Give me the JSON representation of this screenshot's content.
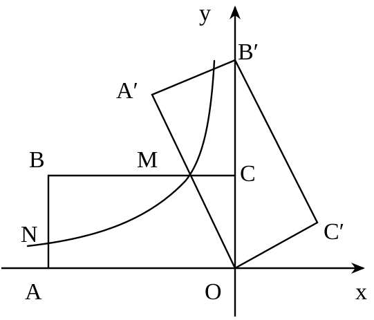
{
  "axes": {
    "x_label": "x",
    "y_label": "y"
  },
  "points": {
    "A": "A",
    "B": "B",
    "C": "C",
    "O": "O",
    "M": "M",
    "N": "N",
    "A_prime": "A′",
    "B_prime": "B′",
    "C_prime": "C′"
  },
  "colors": {
    "ink": "#000000",
    "background": "#ffffff"
  }
}
